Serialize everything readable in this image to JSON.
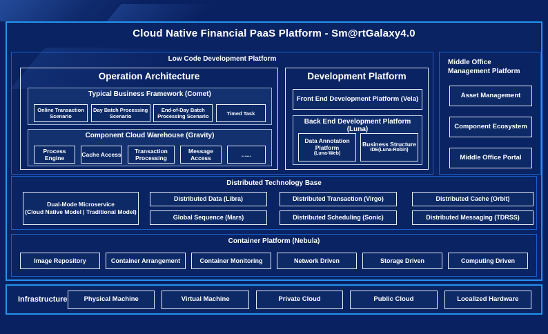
{
  "title": "Cloud Native Financial PaaS Platform - Sm@rtGalaxy4.0",
  "low_code": {
    "label": "Low Code Development Platform",
    "operation": {
      "title": "Operation Architecture",
      "comet": {
        "label": "Typical Business Framework (Comet)",
        "items": [
          "Online Transaction Scenario",
          "Day Batch Processing Scenario",
          "End-of-Day Batch Processing Scenario",
          "Timed Task"
        ]
      },
      "gravity": {
        "label": "Component Cloud Warehouse (Gravity)",
        "items": [
          "Process Engine",
          "Cache Access",
          "Transaction Processing",
          "Message Access",
          "......"
        ]
      }
    },
    "development": {
      "title": "Development Platform",
      "front_end": "Front End Development Platform (Vela)",
      "back_end": {
        "label": "Back End Development Platform (Luna)",
        "items": [
          {
            "main": "Data Annotation Platform",
            "sub": "(Luna-Web)"
          },
          {
            "main": "Business Structure",
            "sub": "IDE(Luna-Robin)"
          }
        ]
      }
    }
  },
  "middle_office": {
    "label": "Middle Office Management Platform",
    "items": [
      "Asset Management",
      "Component Ecosystem",
      "Middle Office Portal"
    ]
  },
  "distributed": {
    "label": "Distributed Technology Base",
    "dual_mode": {
      "line1": "Dual-Mode Microservice",
      "line2": "(Cloud Native Model | Traditional Model)"
    },
    "row1": [
      "Distributed Data (Libra)",
      "Distributed Transaction (Virgo)",
      "Distributed Cache (Orbit)"
    ],
    "row2": [
      "Global Sequence (Mars)",
      "Distributed Scheduling (Sonic)",
      "Distributed Messaging (TDRSS)"
    ]
  },
  "container_platform": {
    "label": "Container Platform (Nebula)",
    "items": [
      "Image Repository",
      "Container Arrangement",
      "Container Monitoring",
      "Network Driven",
      "Storage Driven",
      "Computing Driven"
    ]
  },
  "infrastructure": {
    "label": "Infrastructure",
    "items": [
      "Physical Machine",
      "Virtual Machine",
      "Private Cloud",
      "Public Cloud",
      "Localized Hardware"
    ]
  },
  "colors": {
    "accent_border": "#2493ee",
    "section_border": "#1a5fc8",
    "box_border": "#e8edf6",
    "background": "#0a2161"
  }
}
